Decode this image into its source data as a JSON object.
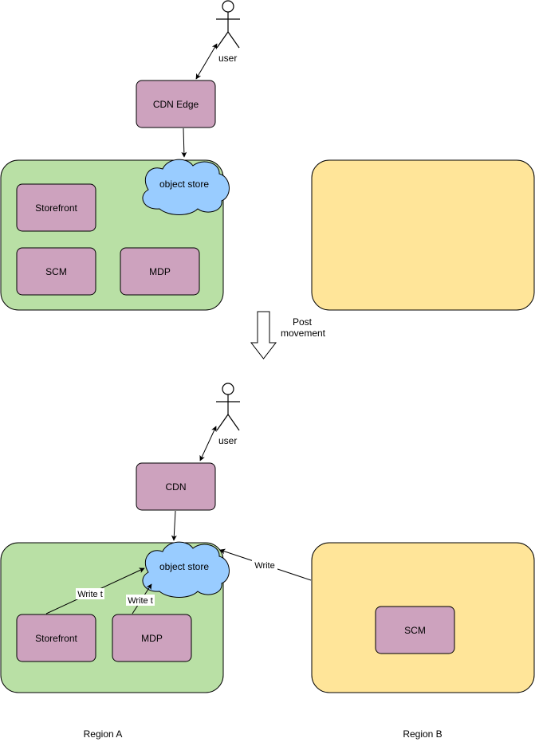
{
  "colors": {
    "region_a_fill": "#b9e0a5",
    "region_b_fill": "#ffe599",
    "service_fill": "#cda2be",
    "cloud_fill": "#99ccff",
    "stroke": "#000000"
  },
  "top": {
    "user_label": "user",
    "cdn_label": "CDN Edge",
    "object_store_label": "object store",
    "storefront_label": "Storefront",
    "scm_label": "SCM",
    "mdp_label": "MDP"
  },
  "transition": {
    "line1": "Post",
    "line2": "movement"
  },
  "bottom": {
    "user_label": "user",
    "cdn_label": "CDN",
    "object_store_label": "object store",
    "storefront_label": "Storefront",
    "mdp_label": "MDP",
    "scm_label": "SCM",
    "write_storefront_label": "Write t",
    "write_mdp_label": "Write t",
    "write_scm_label": "Write"
  },
  "regions": {
    "region_a": "Region A",
    "region_b": "Region B"
  }
}
